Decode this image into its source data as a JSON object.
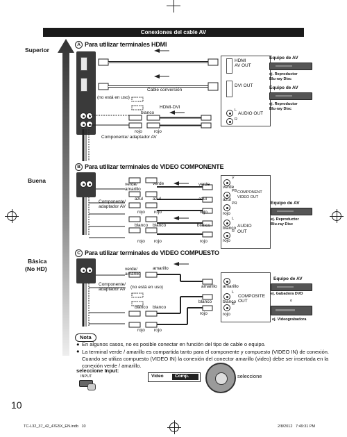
{
  "header": {
    "title": "Conexiones del cable AV"
  },
  "levels": {
    "superior": "Superior",
    "buena": "Buena",
    "basica_1": "Básica",
    "basica_2": "(No HD)"
  },
  "sections": {
    "a": {
      "letter": "A",
      "title": "Para utilizar terminales HDMI"
    },
    "b": {
      "letter": "B",
      "title": "Para utilizar terminales de VIDEO COMPONENTE"
    },
    "c": {
      "letter": "C",
      "title": "Para utilizar terminales de VIDEO COMPUESTO"
    }
  },
  "section_a": {
    "hdmi_out": "HDMI\nAV OUT",
    "dvi_out": "DVI OUT",
    "audio_out": "AUDIO OUT",
    "cable_conv": "Cable conversión",
    "hdmi_dvi": "HDMI-DVI",
    "no_esta": "(no está en uso)",
    "blanco": "blanco",
    "rojo1": "rojo",
    "rojo2": "rojo",
    "adaptador": "Componente/ adaptador AV",
    "L": "L",
    "R": "R",
    "equipo1": "Equipo de AV",
    "reproductor1": "ej. Reproductor\nBlu-ray Disc",
    "equipo2": "Equipo de AV",
    "reproductor2": "ej. Reproductor\nBlu-ray Disc"
  },
  "section_b": {
    "verde_amarillo": "verde/\namarillo",
    "verde": "verde",
    "azul1": "azul",
    "azul2": "azul",
    "rojo1": "rojo",
    "rojo2": "rojo",
    "blanco1": "blanco",
    "blanco2": "blanco",
    "rojo3": "rojo",
    "rojo4": "rojo",
    "adaptador": "Componente/\nadaptador AV",
    "dev_verde": "verde",
    "dev_verde2": "verde",
    "dev_azul": "azul",
    "dev_azul2": "azul",
    "dev_rojo": "rojo",
    "dev_rojo2": "rojo",
    "dev_blanco": "blanco",
    "dev_blanco2": "blanco",
    "dev_rojo3": "rojo",
    "dev_rojo4": "rojo",
    "Y": "Y",
    "PB": "PB",
    "PR": "PR",
    "L": "L",
    "R": "R",
    "component_out": "COMPONENT\nVIDEO OUT",
    "audio_out": "AUDIO\nOUT",
    "equipo": "Equipo de AV",
    "reproductor": "ej. Reproductor\nBlu-ray Disc"
  },
  "section_c": {
    "verde_amarillo": "verde/\namarillo",
    "amarillo": "amarillo",
    "no_esta": "(no está en uso)",
    "blanco1": "blanco",
    "blanco2": "blanco",
    "rojo1": "rojo",
    "rojo2": "rojo",
    "adaptador": "Componente/\nadaptador AV",
    "dev_amarillo": "amarillo",
    "dev_amarillo2": "amarillo",
    "dev_blanco": "blanco",
    "dev_blanco2": "blanco",
    "dev_rojo": "rojo",
    "dev_rojo2": "rojo",
    "L": "L",
    "R": "R",
    "composite_out": "COMPOSITE\nOUT",
    "equipo": "Equipo de AV",
    "grabadora": "ej. Gabadora DVD",
    "o": "o",
    "videograbadora": "ej. Videograbadora"
  },
  "nota": {
    "label": "Nota",
    "items": [
      "En algunos casos, no es posible conectar en función del tipo de cable o equipo.",
      "La terminal verde / amarillo es compartida tanto para el componente y compuesto (VIDEO IN) de conexión.\nCuando se utiliza compuesto (VIDEO IN) la conexión del conector amarillo (video) debe ser insertada en la\nconexión verde / amarillo."
    ]
  },
  "input": {
    "label": "seleccione Input:",
    "button": "INPUT",
    "video": "Video",
    "comp": "Comp.",
    "seleccione": "seleccione"
  },
  "page_number": "10",
  "footer": {
    "file": "TC-L32_37_42_47E5X_EN.indb   10",
    "date": "2/8/2012   7:49:31 PM"
  }
}
